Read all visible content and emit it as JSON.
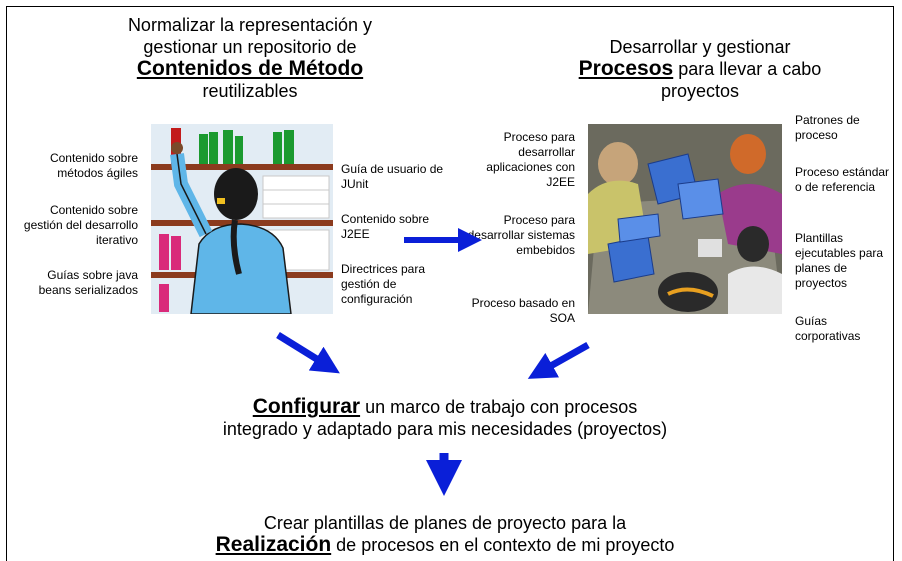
{
  "left_header": {
    "line1": "Normalizar la representación y",
    "line2": "gestionar un repositorio de",
    "emphasis": "Contenidos de Método",
    "line4": "reutilizables"
  },
  "right_header": {
    "line1": "Desarrollar y gestionar",
    "emphasis": "Procesos",
    "line2_rest": " para llevar a cabo",
    "line3": "proyectos"
  },
  "left_labels": [
    "Contenido sobre métodos ágiles",
    "Contenido sobre gestión del desarrollo iterativo",
    "Guías sobre java beans serializados"
  ],
  "middle_labels": [
    "Guía de usuario de JUnit",
    "Contenido sobre J2EE",
    "Directrices para gestión de configuración"
  ],
  "process_labels": [
    "Proceso para desarrollar aplicaciones con J2EE",
    "Proceso para desarrollar sistemas embebidos",
    "Proceso basado en SOA"
  ],
  "right_labels": [
    "Patrones de proceso",
    "Proceso estándar o de referencia",
    "Plantillas ejecutables para planes de proyectos",
    "Guías corporativas"
  ],
  "configure": {
    "emphasis": "Configurar",
    "rest": " un marco de trabajo con procesos",
    "line2": "integrado y adaptado para mis necesidades (proyectos)"
  },
  "realize": {
    "line1": "Crear plantillas de planes de proyecto para la",
    "emphasis": "Realización",
    "rest": " de procesos en el contexto de mi proyecto"
  },
  "colors": {
    "arrow": "#0a1fd8",
    "shelf_bg": "#e2ecf4",
    "meeting_bg": "#6b6a5e"
  }
}
